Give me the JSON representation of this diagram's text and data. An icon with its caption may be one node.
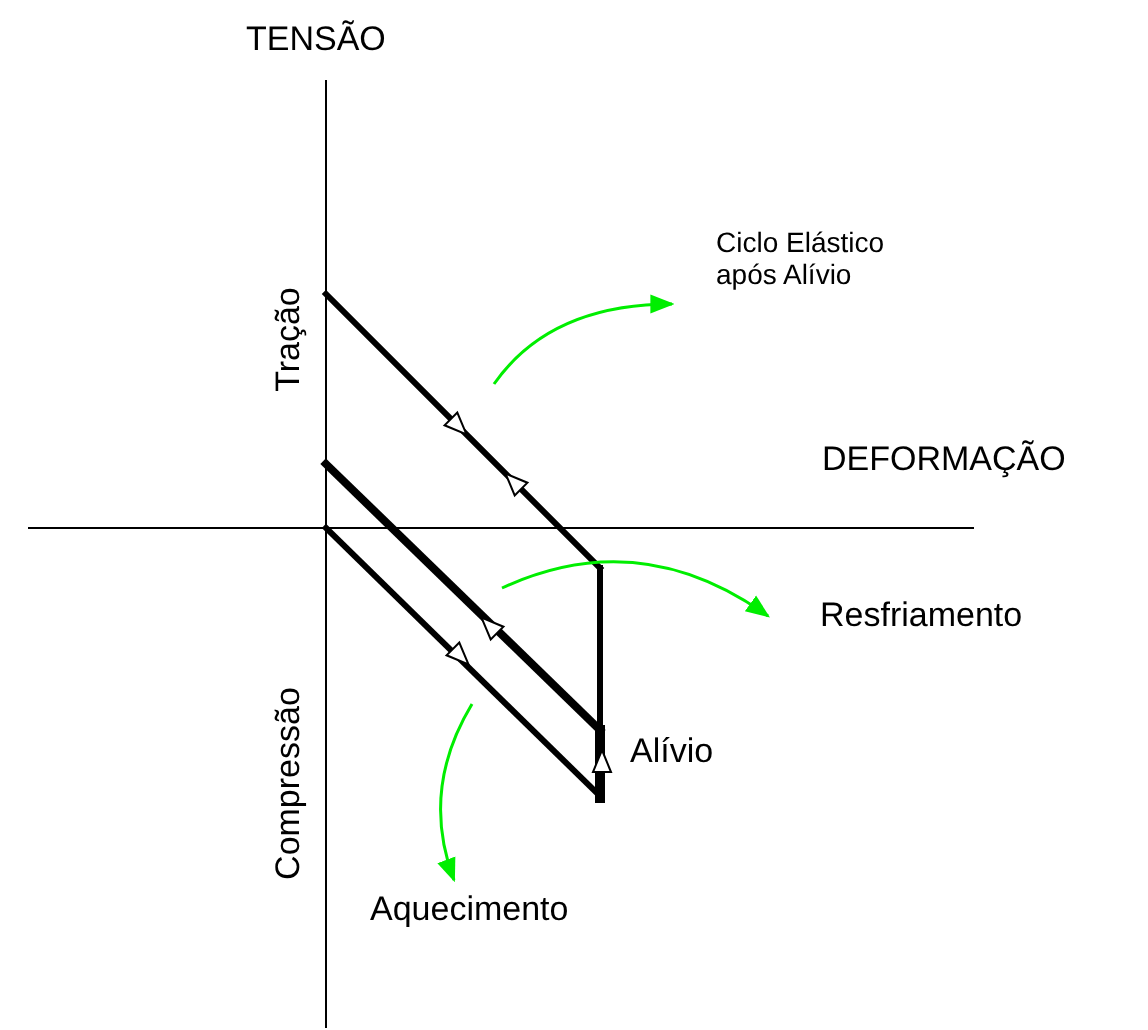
{
  "diagram": {
    "nodes": [
      {
        "text": [
          "Ciclo Elástico após Alívio"
        ]
      },
      {
        "text": [
          "Resfriamento"
        ]
      },
      {
        "text": [
          "Aquecimento"
        ]
      }
    ],
    "edges": [
      {
        "from": null,
        "to": 0,
        "arrow": "to"
      },
      {
        "from": null,
        "to": 1,
        "arrow": "to"
      },
      {
        "from": null,
        "to": 2,
        "arrow": "to"
      }
    ],
    "labels": [
      "TENSÃO",
      "DEFORMAÇÃO",
      "Tração",
      "Compressão",
      "Alívio"
    ]
  }
}
